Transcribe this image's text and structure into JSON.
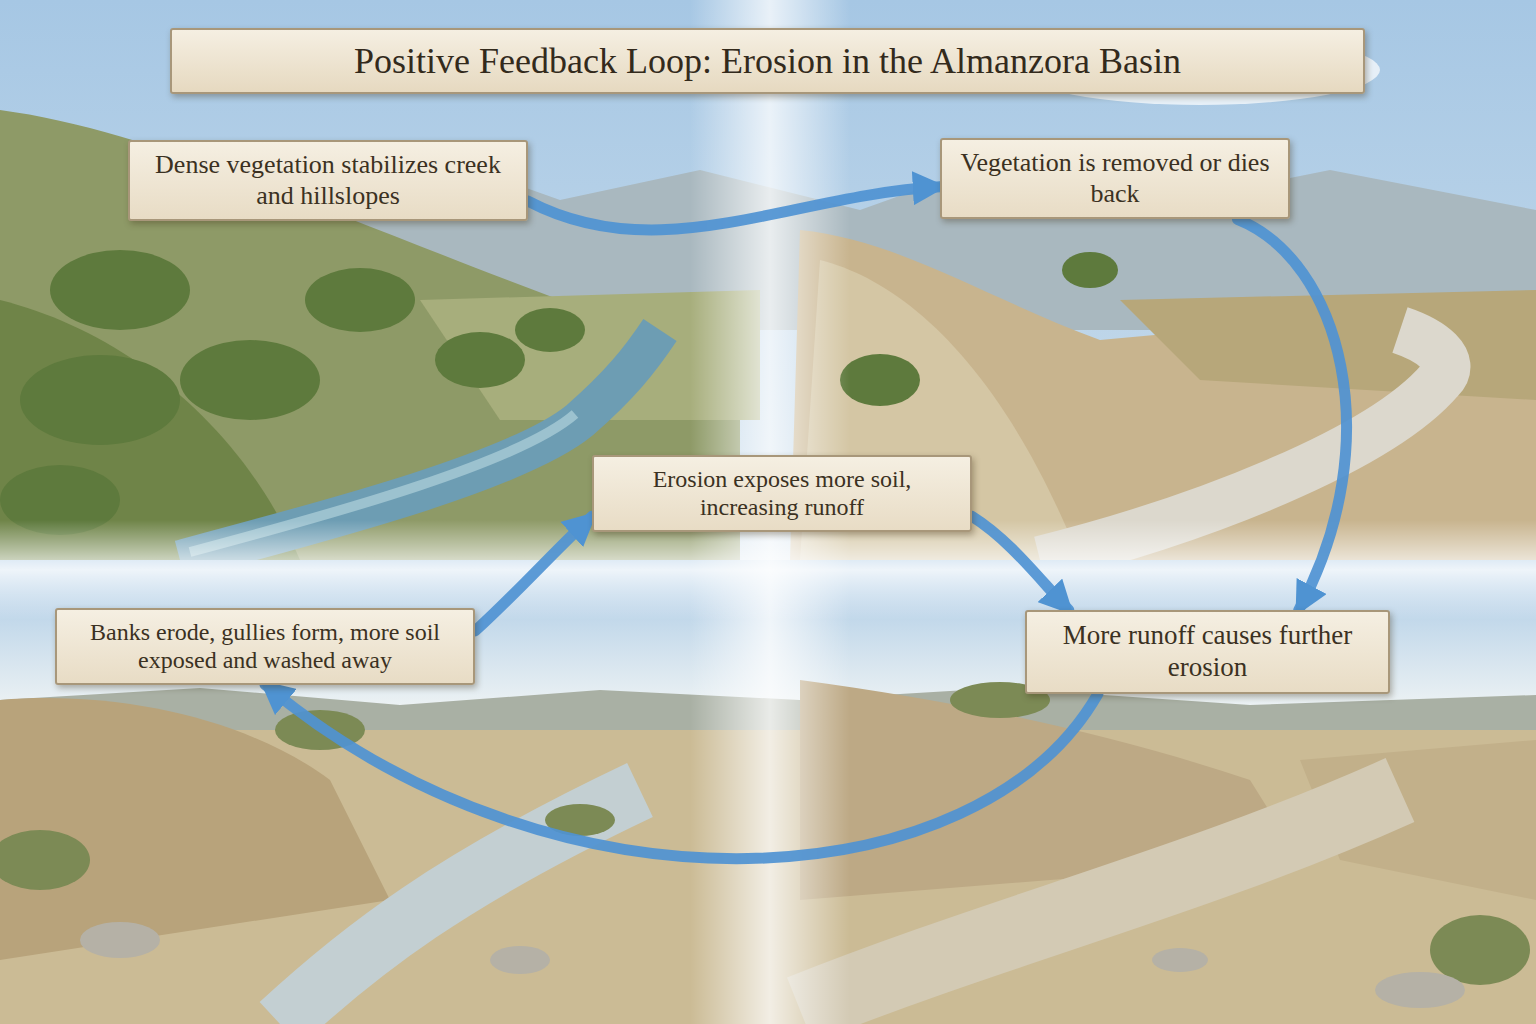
{
  "diagram": {
    "title": "Positive Feedback Loop: Erosion in the Almanzora Basin",
    "nodes": [
      {
        "text": [
          "Dense vegetation stabilizes creek and hillslopes"
        ]
      },
      {
        "text": [
          "Vegetation is removed or dies back"
        ]
      },
      {
        "text": [
          "Erosion exposes more soil, increasing runoff"
        ]
      },
      {
        "text": [
          "Banks erode, gullies form, more soil exposed and washed away"
        ]
      },
      {
        "text": [
          "More runoff causes further erosion"
        ]
      }
    ],
    "edges": [
      {
        "from": 0,
        "to": 1,
        "arrow": "to"
      },
      {
        "from": 1,
        "to": 4,
        "arrow": "to"
      },
      {
        "from": 2,
        "to": 4,
        "arrow": "to"
      },
      {
        "from": 4,
        "to": 3,
        "arrow": "to"
      },
      {
        "from": 3,
        "to": 2,
        "arrow": "to"
      }
    ]
  }
}
